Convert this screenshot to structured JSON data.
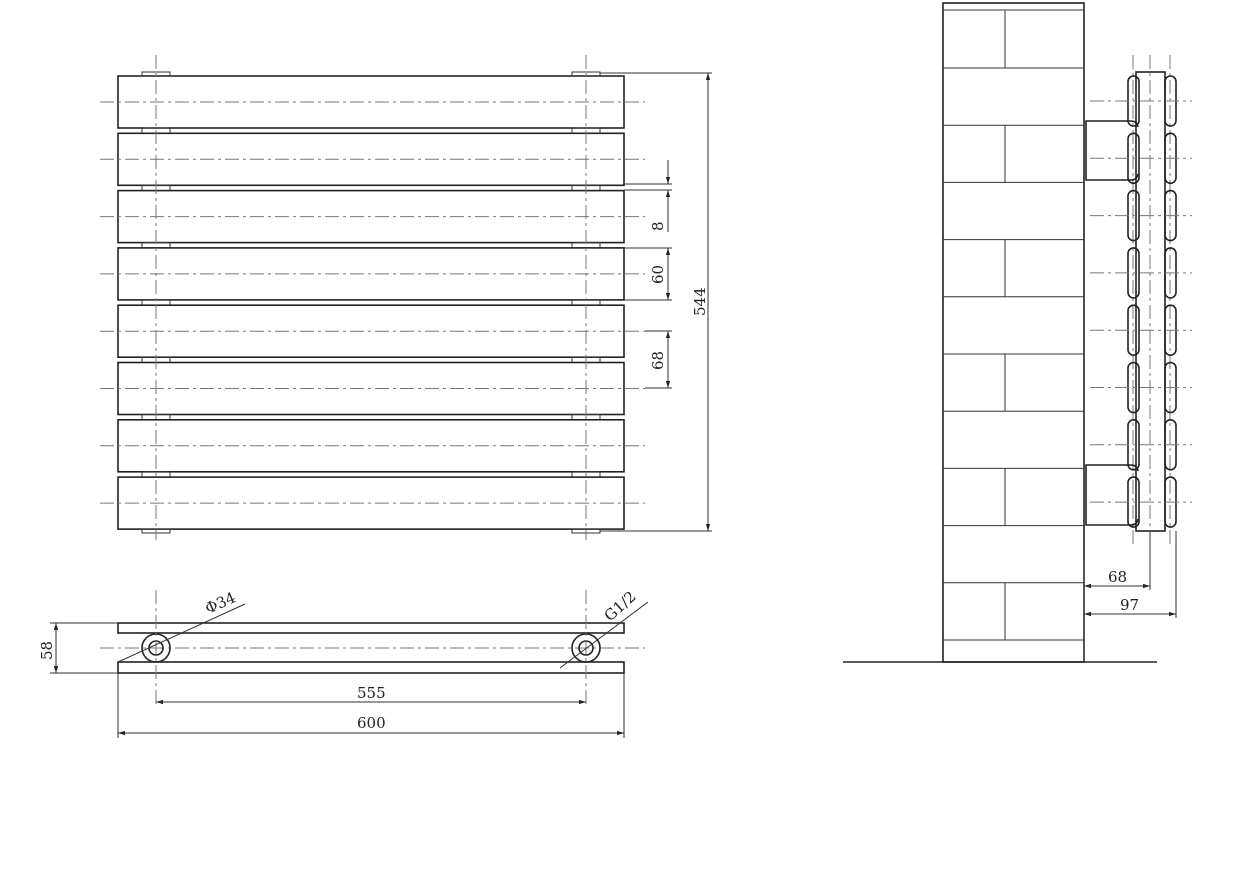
{
  "front_view": {
    "bar_count": 8
  },
  "dimensions": {
    "overall_height": "544",
    "gap": "8",
    "bar_height": "60",
    "bar_pitch": "68",
    "depth": "58",
    "pipe_diameter": "Φ34",
    "thread": "G1/2",
    "center_distance": "555",
    "overall_width": "600",
    "wall_to_panel": "68",
    "wall_to_front": "97"
  }
}
